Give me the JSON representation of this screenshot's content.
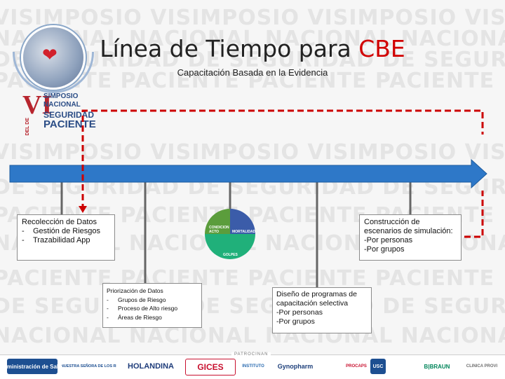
{
  "watermark": {
    "rows": [
      "VISIMPOSIO VISIMPOSIO VISIMPOSIO VISIMPOSIO",
      "NACIONAL NACIONAL NACIONAL NACIONAL",
      "DE SEGURIDAD DE SEGURIDAD DE SEGURIDAD",
      "PACIENTE PACIENTE PACIENTE PACIENTE"
    ]
  },
  "logo": {
    "numeral": "VI",
    "line1": "SIMPOSIO",
    "line2": "NACIONAL",
    "line3": "SEGURIDAD",
    "line4": "PACIENTE",
    "side": "DEL DE"
  },
  "slide": {
    "title_main": "Línea de Tiempo para ",
    "title_accent": "CBE",
    "subtitle": "Capacitación Basada en la Evidencia",
    "accent_color": "#d10000",
    "arrow_color": "#2e78c8",
    "dashed_color": "#cc0000"
  },
  "boxes": {
    "recoleccion": {
      "title": "Recolección de Datos",
      "items": [
        "Gestión de Riesgos",
        "Trazabilidad App"
      ]
    },
    "priorizacion": {
      "title": "Priorización de Datos",
      "items": [
        "Grupos de Riesgo",
        "Proceso de Alto riesgo",
        "Áreas de Riesgo"
      ]
    },
    "diseno": {
      "lines": [
        "Diseño de programas de",
        "capacitación selectiva",
        "-Por personas",
        "-Por grupos"
      ]
    },
    "construccion": {
      "lines": [
        "Construcción de",
        "escenarios de simulación:",
        "-Por personas",
        "-Por grupos"
      ]
    }
  },
  "pie": {
    "slices": [
      {
        "label": "CONDICION ACTO",
        "color": "#5b9d3c"
      },
      {
        "label": "MORTALIDAD",
        "color": "#3b5ca9"
      },
      {
        "label": "GOLPES",
        "color": "#20b07a"
      }
    ]
  },
  "sponsors": {
    "heading": "PATROCINAN",
    "items": [
      {
        "label": "Administración de Salud",
        "color": "#1d4f91"
      },
      {
        "label": "CLINICA NUESTRA SEÑORA DE LOS REMEDIOS",
        "color": "#1d4f91"
      },
      {
        "label": "HOLANDINA",
        "color": "#1e3c7a"
      },
      {
        "label": "GICES",
        "color": "#c8102e"
      },
      {
        "label": "INSTITUTO",
        "color": "#2a6bb0"
      },
      {
        "label": "Gynopharm",
        "color": "#1d3f7a"
      },
      {
        "label": "PROCAPS",
        "color": "#c8102e"
      },
      {
        "label": "USC",
        "color": "#1d4f91"
      },
      {
        "label": "B|BRAUN",
        "color": "#00855a"
      },
      {
        "label": "CLINICA PROVI",
        "color": "#6e6e6e"
      }
    ]
  }
}
